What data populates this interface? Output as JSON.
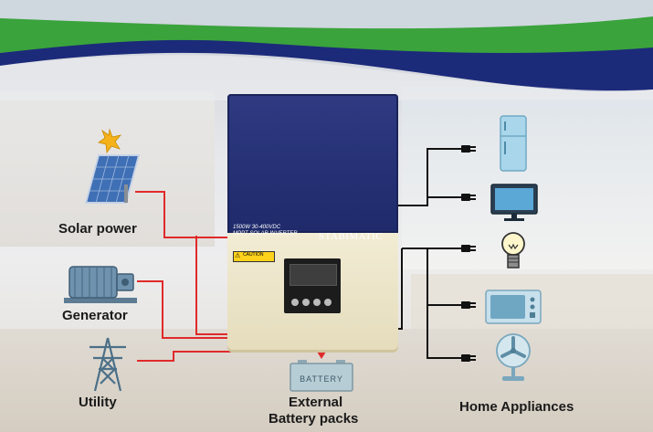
{
  "sources": {
    "solar": {
      "label": "Solar power",
      "icon": "solar-panel-icon"
    },
    "generator": {
      "label": "Generator",
      "icon": "generator-icon"
    },
    "utility": {
      "label": "Utility",
      "icon": "power-tower-icon"
    }
  },
  "inverter": {
    "brand": "STABIMATIC",
    "model_line1": "1500W 30-400VDC",
    "model_line2": "MPPT SOLAR INVERTER",
    "caution": "CAUTION"
  },
  "battery": {
    "icon_text": "BATTERY",
    "label_line1": "External",
    "label_line2": "Battery packs"
  },
  "appliances": {
    "label": "Home Appliances",
    "items": [
      "refrigerator-icon",
      "television-icon",
      "light-bulb-icon",
      "microwave-icon",
      "fan-icon"
    ]
  },
  "colors": {
    "banner_green": "#3aa33c",
    "banner_blue": "#1c2a7a",
    "inverter_blue": "#24307a",
    "inverter_cream": "#ece4c8",
    "wire_red": "#e02a2a",
    "wire_black": "#111111"
  }
}
